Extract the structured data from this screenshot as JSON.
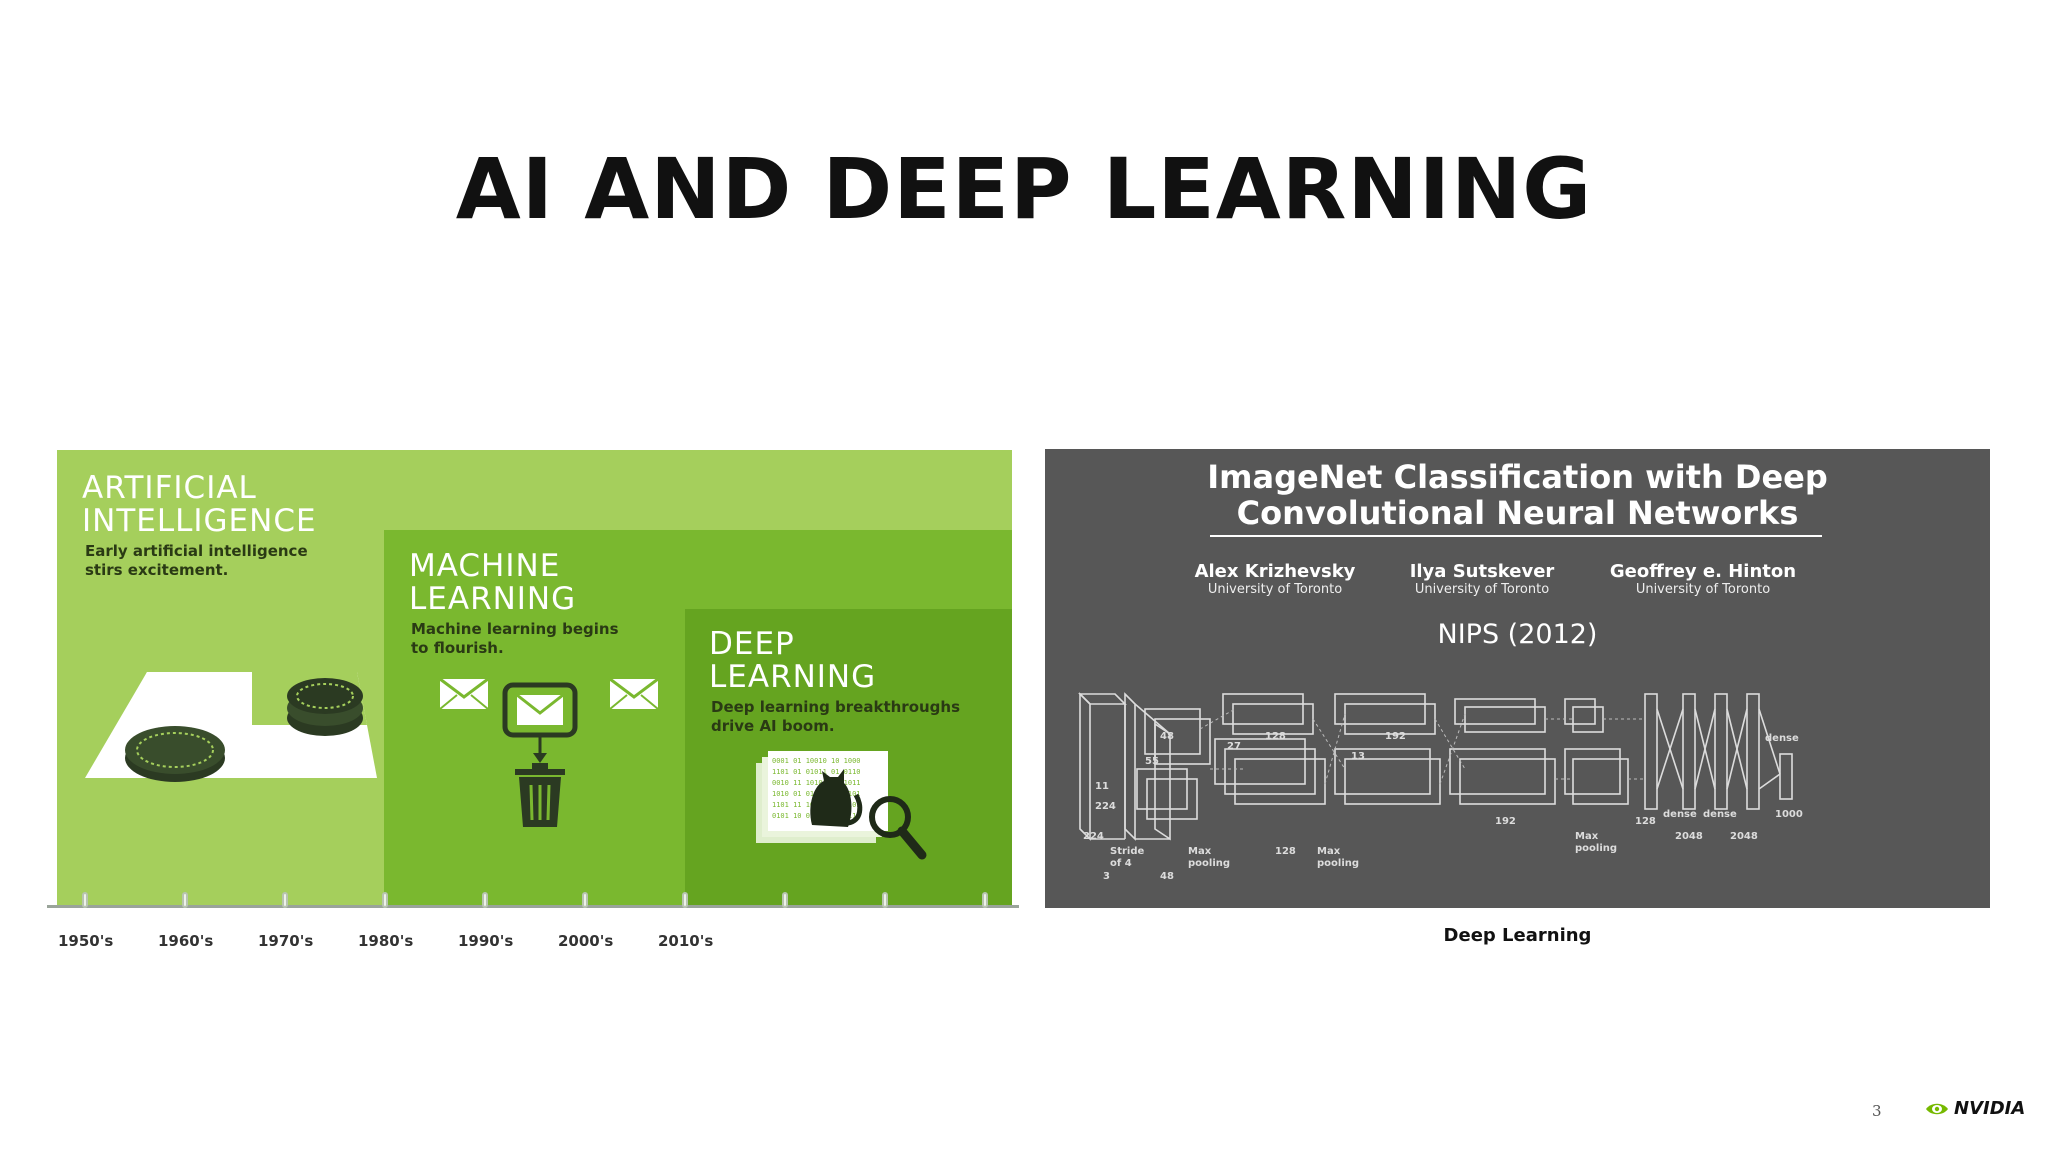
{
  "slide": {
    "title": "AI AND DEEP LEARNING",
    "page_number": "3",
    "logo_text": "NVIDIA",
    "colors": {
      "ai_band": "#a5cf5c",
      "ml_band": "#7ab82f",
      "dl_band": "#65a420",
      "paper_bg": "#575757"
    }
  },
  "evolution": {
    "ai": {
      "title_line1": "ARTIFICIAL",
      "title_line2": "INTELLIGENCE",
      "desc_line1": "Early artificial intelligence",
      "desc_line2": "stirs excitement."
    },
    "ml": {
      "title_line1": "MACHINE",
      "title_line2": "LEARNING",
      "desc_line1": "Machine learning begins",
      "desc_line2": "to flourish."
    },
    "dl": {
      "title_line1": "DEEP",
      "title_line2": "LEARNING",
      "desc_line1": "Deep learning breakthroughs",
      "desc_line2": "drive AI boom."
    },
    "decades": [
      "1950's",
      "1960's",
      "1970's",
      "1980's",
      "1990's",
      "2000's",
      "2010's"
    ]
  },
  "paper": {
    "title_line1": "ImageNet Classification with Deep",
    "title_line2": "Convolutional Neural Networks",
    "authors": [
      {
        "name": "Alex Krizhevsky",
        "affiliation": "University of Toronto"
      },
      {
        "name": "Ilya Sutskever",
        "affiliation": "University of Toronto"
      },
      {
        "name": "Geoffrey e. Hinton",
        "affiliation": "University of Toronto"
      }
    ],
    "venue": "NIPS (2012)",
    "diagram_labels": {
      "dense1": "dense",
      "dense2": "dense",
      "dense3": "dense",
      "maxpool1_a": "Max",
      "maxpool1_b": "pooling",
      "maxpool2_a": "Max",
      "maxpool2_b": "pooling",
      "maxpool3_a": "Max",
      "maxpool3_b": "pooling",
      "stride_a": "Stride",
      "stride_b": "of 4",
      "n224a": "224",
      "n224b": "224",
      "n11": "11",
      "n3": "3",
      "n55": "55",
      "n48a": "48",
      "n48b": "48",
      "n27": "27",
      "n128a": "128",
      "n128b": "128",
      "n13": "13",
      "n192a": "192",
      "n192b": "192",
      "n2048a": "2048",
      "n2048b": "2048",
      "n1000": "1000"
    }
  },
  "caption": "Deep Learning"
}
